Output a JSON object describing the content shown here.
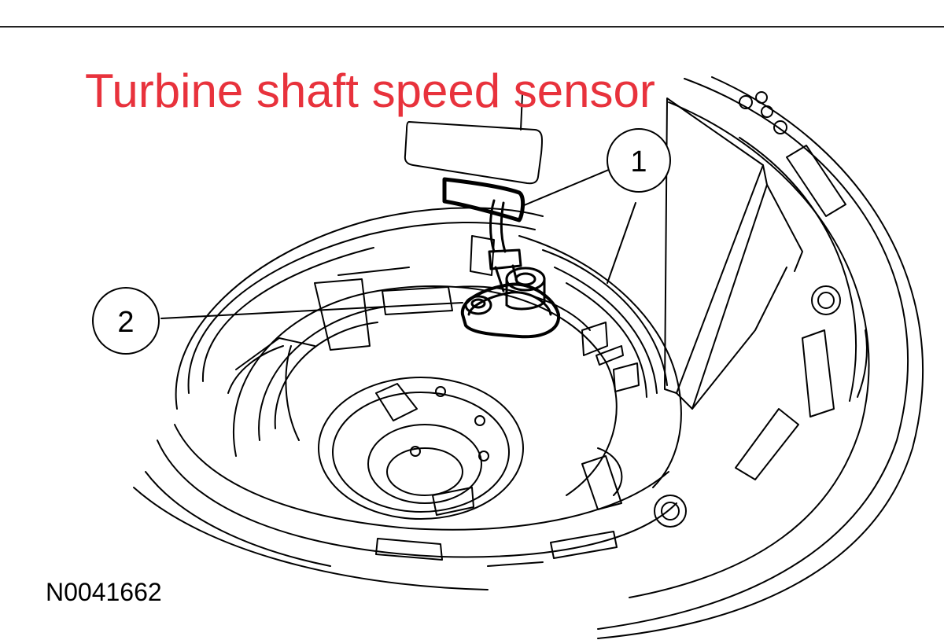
{
  "title": "Turbine shaft speed sensor",
  "title_color": "#e8323c",
  "callouts": [
    {
      "label": "1"
    },
    {
      "label": "2"
    }
  ],
  "figure_id": "N0041662",
  "line_color": "#000000",
  "highlight_color": "#000000"
}
